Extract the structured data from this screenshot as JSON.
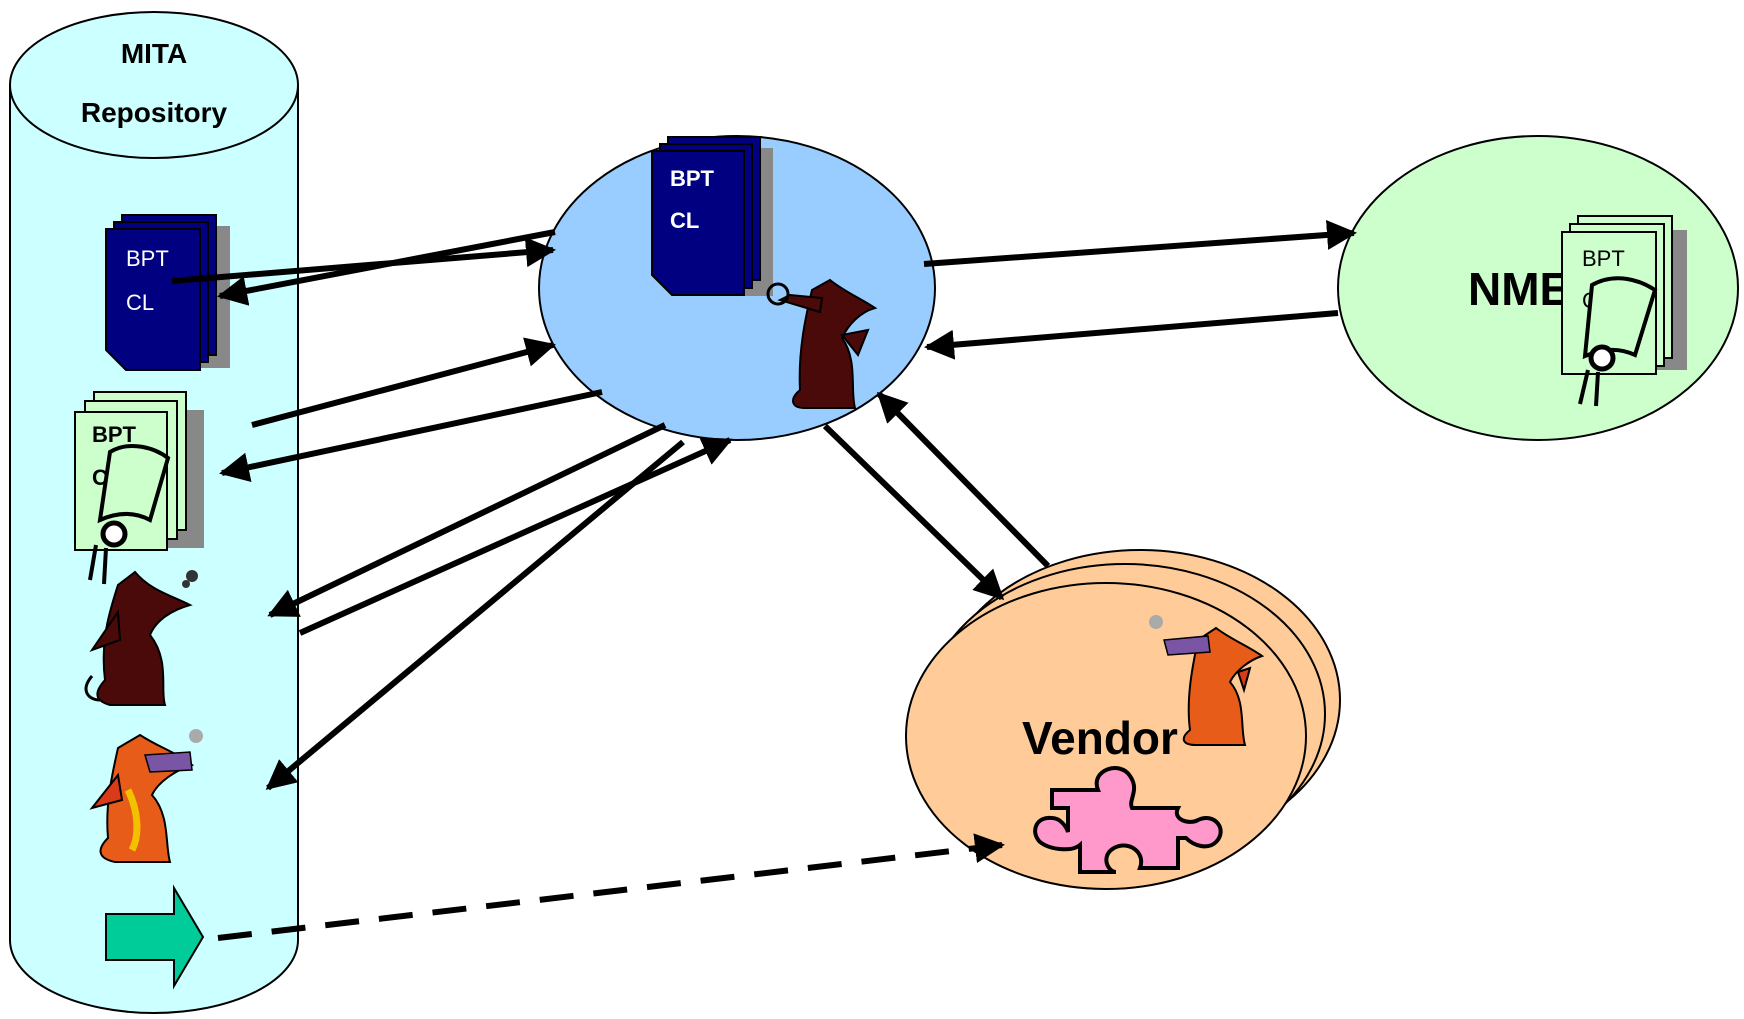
{
  "repository": {
    "title_line1": "MITA",
    "title_line2": "Repository",
    "fill": "#ccffff"
  },
  "hub": {
    "fill": "#99ccff"
  },
  "nme": {
    "label": "NME",
    "fill": "#ccffcc"
  },
  "vendor": {
    "label": "Vendor",
    "fill": "#ffcc99"
  },
  "documents": {
    "repo_blue": {
      "line1": "BPT",
      "line2": "CL",
      "fill": "#000080"
    },
    "repo_green": {
      "line1": "BPT",
      "line2": "CL",
      "fill": "#ccffcc"
    },
    "hub_blue": {
      "line1": "BPT",
      "line2": "CL",
      "fill": "#000080"
    },
    "nme_green": {
      "line1": "BPT",
      "line2": "CL",
      "fill": "#ccffcc"
    }
  },
  "puzzle": {
    "fill": "#ff99cc"
  },
  "arrow_block": {
    "fill": "#00cc99"
  },
  "icons": [
    "document-stack-icon",
    "certificate-icon",
    "dragon-icon",
    "puzzle-piece-icon",
    "block-arrow-icon"
  ]
}
